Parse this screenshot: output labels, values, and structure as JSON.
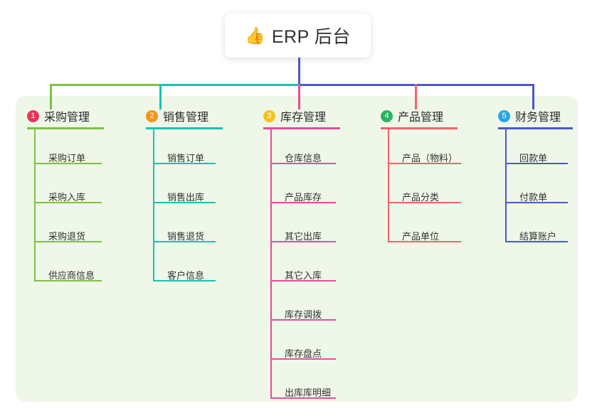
{
  "root": {
    "emoji": "👍",
    "icon_name": "thumbs-up-icon",
    "title": "ERP 后台"
  },
  "palette": {
    "panel_bg": "#eef7e8",
    "card_bg": "#ffffff",
    "text": "#303030",
    "branch_green": "#7dc242",
    "branch_teal": "#17c3b2",
    "branch_pink": "#ea4c9a",
    "branch_red": "#f4636a",
    "branch_blue": "#4a59c8",
    "badge_1": "#e8365d",
    "badge_2": "#f6921e",
    "badge_3": "#f5c21b",
    "badge_4": "#29b463",
    "badge_5": "#29a8e0"
  },
  "columns": [
    {
      "index": "1",
      "badge_color": "#e8365d",
      "line_color": "#7dc242",
      "title": "采购管理",
      "items": [
        "采购订单",
        "采购入库",
        "采购退货",
        "供应商信息"
      ]
    },
    {
      "index": "2",
      "badge_color": "#f6921e",
      "line_color": "#17c3b2",
      "title": "销售管理",
      "items": [
        "销售订单",
        "销售出库",
        "销售退货",
        "客户信息"
      ]
    },
    {
      "index": "3",
      "badge_color": "#f5c21b",
      "line_color": "#ea4c9a",
      "title": "库存管理",
      "items": [
        "仓库信息",
        "产品库存",
        "其它出库",
        "其它入库",
        "库存调拨",
        "库存盘点",
        "出库库明细"
      ]
    },
    {
      "index": "4",
      "badge_color": "#29b463",
      "line_color": "#f4636a",
      "title": "产品管理",
      "items": [
        "产品（物料）",
        "产品分类",
        "产品单位"
      ]
    },
    {
      "index": "5",
      "badge_color": "#29a8e0",
      "line_color": "#4a59c8",
      "title": "财务管理",
      "items": [
        "回款单",
        "付款单",
        "结算账户"
      ]
    }
  ]
}
